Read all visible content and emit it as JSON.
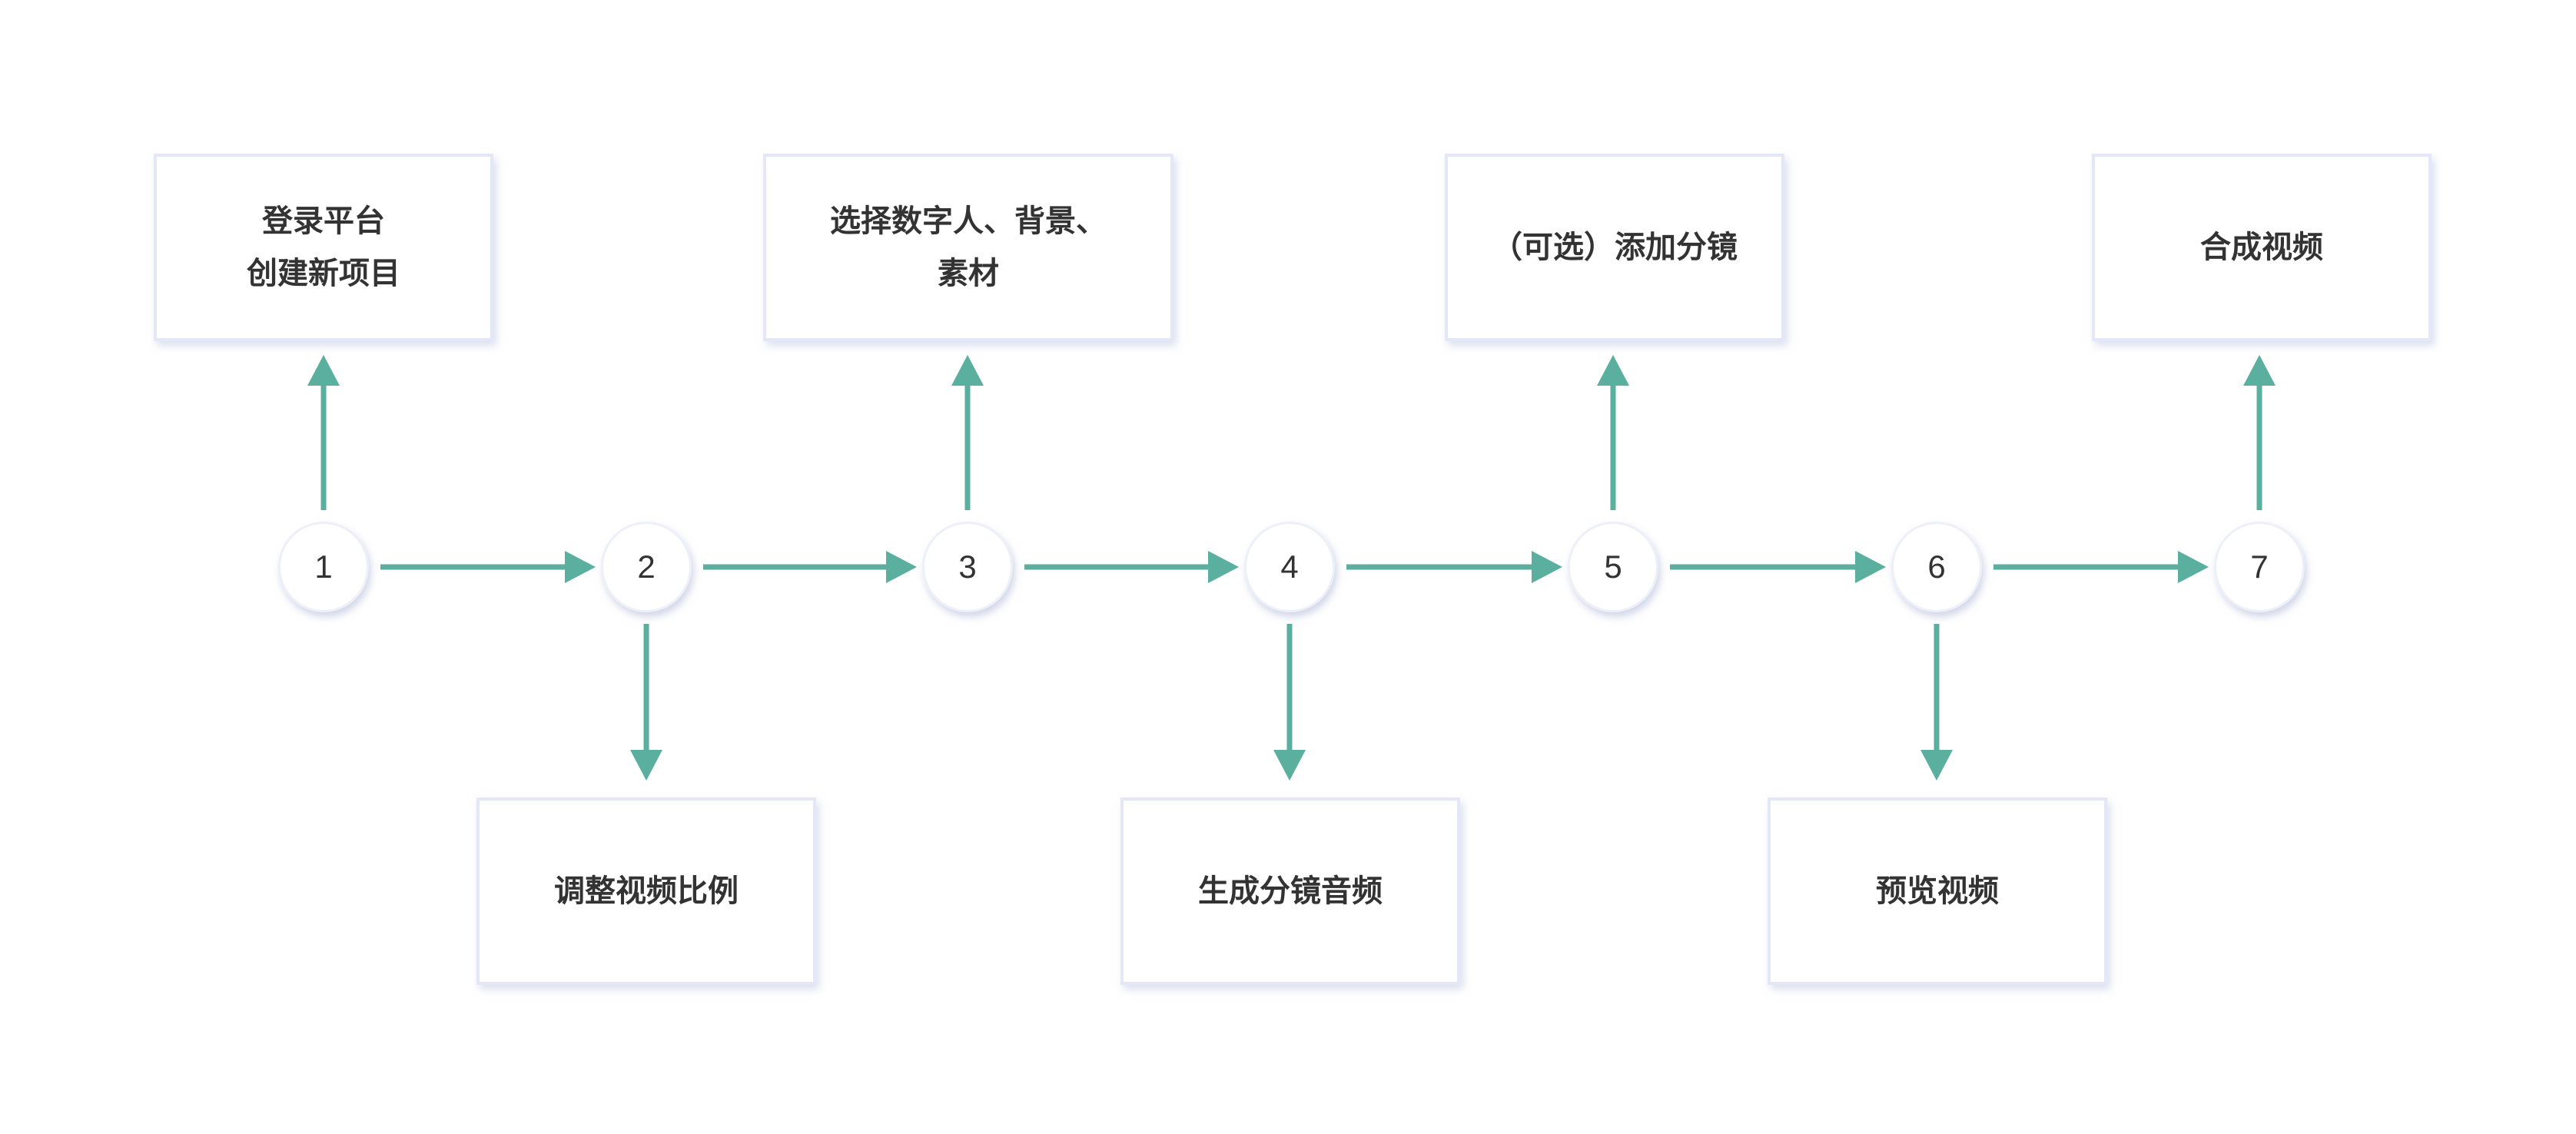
{
  "colors": {
    "connector": "#5aaf9f",
    "box_border": "#e4e8f6",
    "text": "#333333",
    "background": "#ffffff"
  },
  "steps": [
    {
      "number": "1",
      "label": "登录平台\n创建新项目"
    },
    {
      "number": "2",
      "label": "调整视频比例"
    },
    {
      "number": "3",
      "label": "选择数字人、背景、\n素材"
    },
    {
      "number": "4",
      "label": "生成分镜音频"
    },
    {
      "number": "5",
      "label": "（可选）添加分镜"
    },
    {
      "number": "6",
      "label": "预览视频"
    },
    {
      "number": "7",
      "label": "合成视频"
    }
  ]
}
